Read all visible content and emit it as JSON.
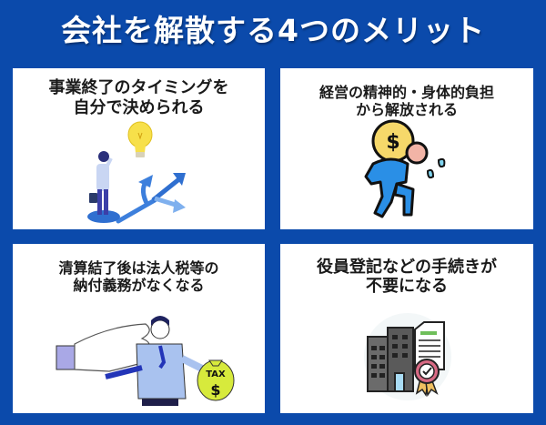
{
  "header": {
    "title": "会社を解散する4つのメリット"
  },
  "colors": {
    "background": "#0b4aab",
    "card": "#ffffff",
    "heading_text": "#1a1a1a",
    "title_text": "#ffffff"
  },
  "cards": [
    {
      "heading_lines": [
        "事業終了のタイミングを",
        "自分で決められる"
      ],
      "illustration": "businessman-crossroads-lightbulb-icon"
    },
    {
      "heading_lines": [
        "経営の精神的・身体的負担",
        "から解放される"
      ],
      "illustration": "person-carrying-dollar-coin-icon"
    },
    {
      "heading_lines": [
        "清算結了後は法人税等の",
        "納付義務がなくなる"
      ],
      "illustration": "businessman-handing-tax-bag-icon",
      "bag_label": "TAX",
      "bag_symbol": "$"
    },
    {
      "heading_lines": [
        "役員登記などの手続きが",
        "不要になる"
      ],
      "illustration": "buildings-certificate-icon"
    }
  ],
  "icons": {
    "coin_symbol": "$"
  }
}
